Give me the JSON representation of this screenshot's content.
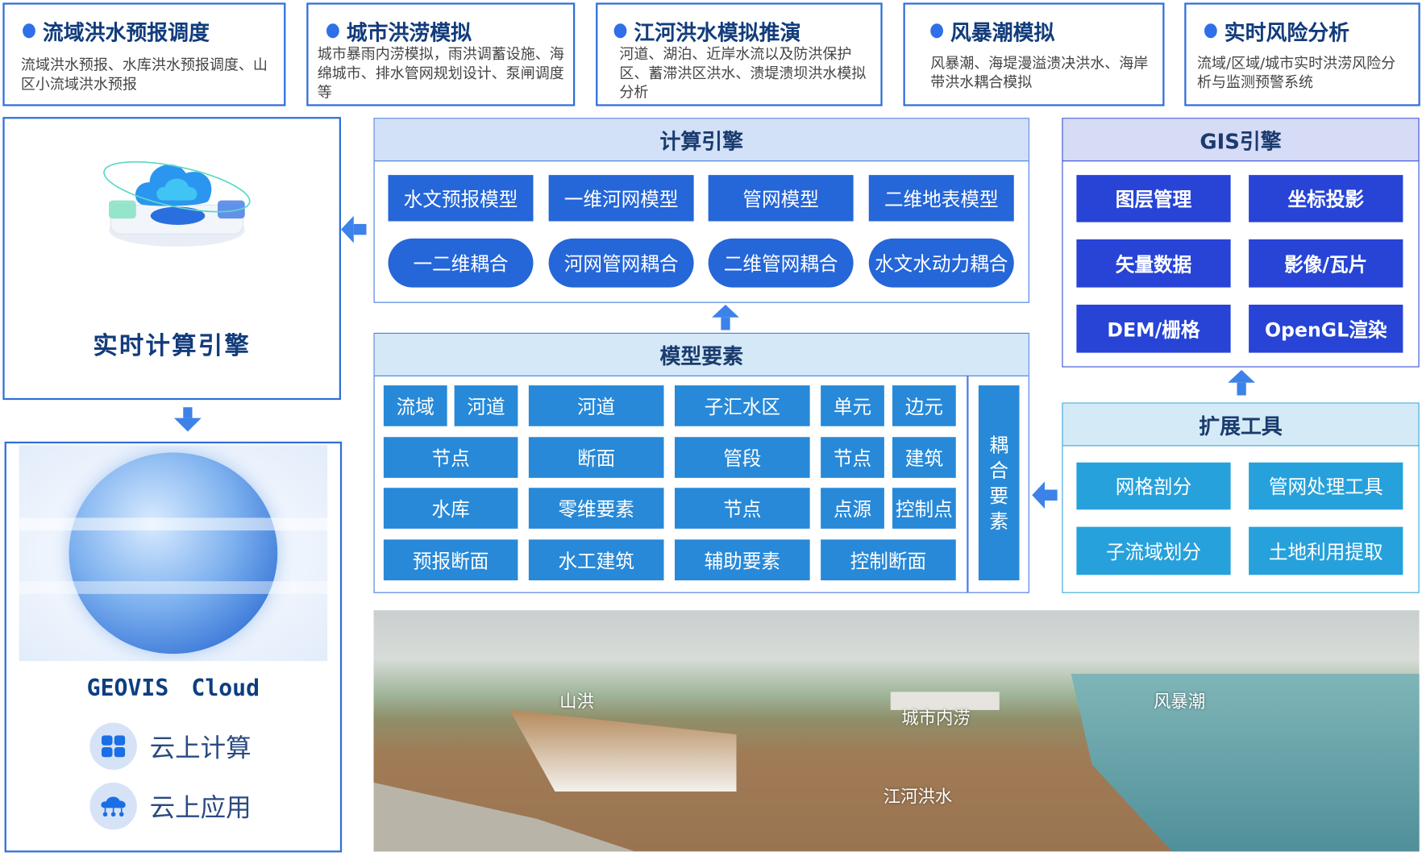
{
  "top_cards": [
    {
      "title": "流域洪水预报调度",
      "desc": "流域洪水预报、水库洪水预报调度、山区小流域洪水预报"
    },
    {
      "title": "城市洪涝模拟",
      "desc": "城市暴雨内涝模拟，雨洪调蓄设施、海绵城市、排水管网规划设计、泵闸调度等"
    },
    {
      "title": "江河洪水模拟推演",
      "desc": "河道、湖泊、近岸水流以及防洪保护区、蓄滞洪区洪水、溃堤溃坝洪水模拟分析"
    },
    {
      "title": "风暴潮模拟",
      "desc": "风暴潮、海堤漫溢溃决洪水、海岸带洪水耦合模拟"
    },
    {
      "title": "实时风险分析",
      "desc": "流域/区域/城市实时洪涝风险分析与监测预警系统"
    }
  ],
  "realtime_engine": {
    "title": "实时计算引擎",
    "icon": "cloud-platform-icon"
  },
  "geovis": {
    "title": "GEOVIS　Cloud",
    "items": [
      {
        "label": "云上计算",
        "icon": "grid-apps-icon"
      },
      {
        "label": "云上应用",
        "icon": "cloud-network-icon"
      }
    ]
  },
  "compute_engine": {
    "title": "计算引擎",
    "models": [
      "水文预报模型",
      "一维河网模型",
      "管网模型",
      "二维地表模型"
    ],
    "couplings": [
      "一二维耦合",
      "河网管网耦合",
      "二维管网耦合",
      "水文水动力耦合"
    ]
  },
  "model_elements": {
    "title": "模型要素",
    "rows": [
      [
        "流域",
        "河道",
        "河道",
        "子汇水区",
        "单元",
        "边元"
      ],
      [
        "节点",
        "断面",
        "管段",
        "节点",
        "建筑"
      ],
      [
        "水库",
        "零维要素",
        "节点",
        "点源",
        "控制点"
      ],
      [
        "预报断面",
        "水工建筑",
        "辅助要素",
        "控制断面"
      ]
    ],
    "coupling_label": "耦合要素"
  },
  "gis_engine": {
    "title": "GIS引擎",
    "items": [
      "图层管理",
      "坐标投影",
      "矢量数据",
      "影像/瓦片",
      "DEM/栅格",
      "OpenGL渲染"
    ]
  },
  "extension_tools": {
    "title": "扩展工具",
    "items": [
      "网格剖分",
      "管网处理工具",
      "子流域划分",
      "土地利用提取"
    ]
  },
  "scene": {
    "labels": [
      "山洪",
      "城市内涝",
      "风暴潮",
      "江河洪水"
    ]
  },
  "colors": {
    "border": "#2f6fd8",
    "model_button": "#2566d8",
    "element_button": "#2789d8",
    "gis_button": "#2744d6",
    "tool_button": "#27a1db",
    "title": "#123c7c"
  }
}
